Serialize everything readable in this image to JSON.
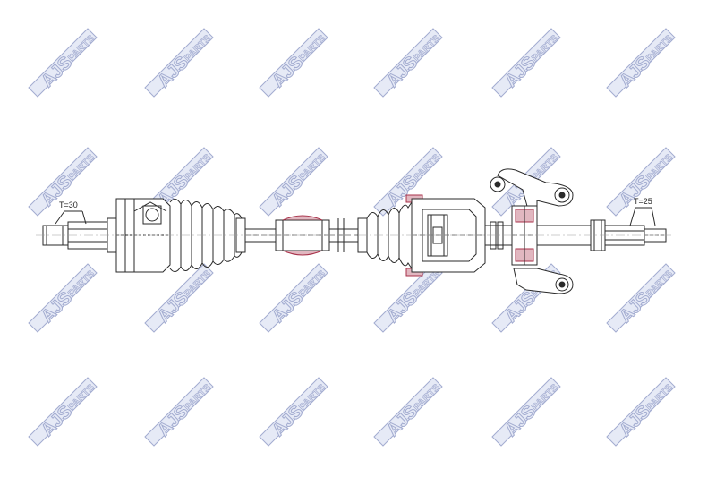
{
  "watermark": {
    "brand": "AJS",
    "suffix": "PARTS",
    "fill_color": "#e4e8f6",
    "stroke_color": "#9aa4cc"
  },
  "drawing": {
    "line_color": "#2a2a2a",
    "accent_color": "#a8324a",
    "left_spline_label": "T=30",
    "right_spline_label": "T=25"
  }
}
